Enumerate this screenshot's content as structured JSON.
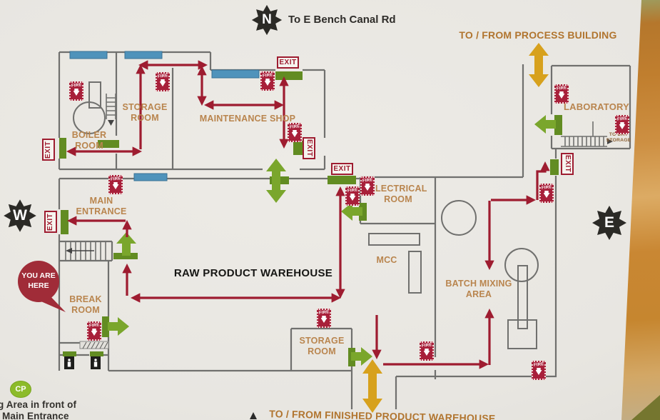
{
  "compass": {
    "north": "N",
    "west": "W",
    "east": "E",
    "north_caption": "To E Bench Canal Rd"
  },
  "external_routes": {
    "process_building": "TO / FROM PROCESS BUILDING",
    "finished_product_warehouse": "TO / FROM FINISHED PRODUCT WAREHOUSE"
  },
  "rooms": {
    "boiler_room": "BOILER ROOM",
    "storage_room": "STORAGE ROOM",
    "maintenance_shop": "MAINTENANCE SHOP",
    "main_entrance": "MAIN ENTRANCE",
    "break_room": "BREAK ROOM",
    "raw_product_warehouse": "RAW PRODUCT WAREHOUSE",
    "electrical_room": "ELECTRICAL ROOM",
    "mcc": "MCC",
    "batch_mixing_area": "BATCH MIXING AREA",
    "laboratory": "LABORATORY",
    "storage_room_south": "STORAGE ROOM",
    "to_dry_storage": "TO DRY STORAGE"
  },
  "markers": {
    "exit": "EXIT",
    "fire": "FIRE",
    "you_are_here": "YOU ARE HERE",
    "cp": "CP",
    "caption_line1": "g Area in front of",
    "caption_line2": "Main Entrance"
  },
  "colors": {
    "route_red": "#9e1c30",
    "door_green": "#628c22",
    "flow_green": "#7aa62c",
    "transfer_gold": "#d7a11d",
    "label_tan": "#b9854e",
    "wall_gray": "#70706e",
    "window_blue": "#4f93bb",
    "you_are_here_red": "#a02c38",
    "cp_green": "#8cbb2a"
  }
}
